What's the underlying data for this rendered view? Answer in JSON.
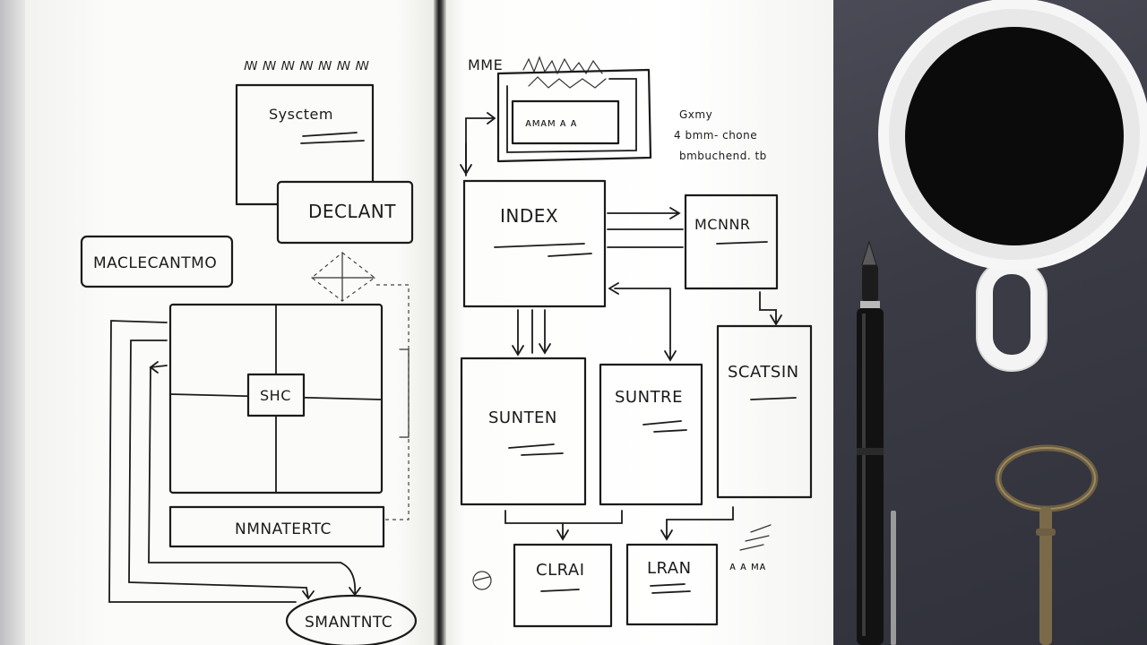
{
  "left_page": {
    "scribble_top": "ꟿ ꟿ ꟿ ꟿ ꟿ ꟿ ꟿ",
    "box_top_label": "Sysctem",
    "box_declant_label": "DECLANT",
    "box_left_label": "MACLECANTMO",
    "grid_center_label": "SHC",
    "bar_label": "NMNATERTC",
    "oval_label": "SMANTNTC"
  },
  "right_page": {
    "header_scribble": "MME",
    "top_inner_label": "ᴀᴍᴀᴍ ᴀ ᴀ",
    "note_line_1": "Gxmy",
    "note_line_2": "4 bmm- chone",
    "note_line_3": "bmbuchend. tb",
    "index_label": "INDEX",
    "right_box_label": "MCNNR",
    "box_a_label": "SUNTEN",
    "box_b_label": "SUNTRE",
    "box_c_label": "SCATSIN",
    "bottom_a_label": "CLRAI",
    "bottom_b_label": "LRAN",
    "side_scribble": "ᴀ ᴀ ᴍᴀ"
  },
  "objects": {
    "mug": "coffee-mug",
    "pen": "fountain-pen",
    "key": "skeleton-key"
  },
  "colors": {
    "ink": "#1b1b1b",
    "paper": "#fbfbf9",
    "mat": "#3a3b45",
    "coffee": "#0b0b0b",
    "key_metal": "#7a6a4a"
  }
}
